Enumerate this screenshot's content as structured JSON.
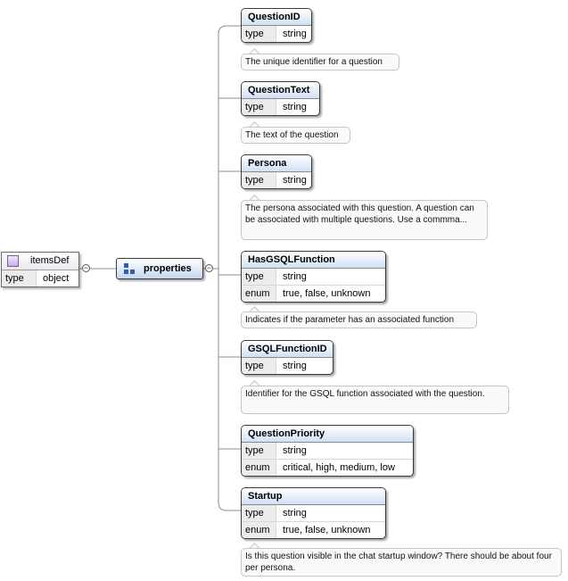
{
  "root": {
    "name": "itemsDef",
    "type_key": "type",
    "type_value": "object",
    "icon": "complex-type-icon"
  },
  "properties": {
    "label": "properties",
    "icon": "sequence-grid-icon"
  },
  "elements": [
    {
      "name": "QuestionID",
      "rows": [
        {
          "key": "type",
          "value": "string"
        }
      ],
      "doc": "The unique identifier for a question"
    },
    {
      "name": "QuestionText",
      "rows": [
        {
          "key": "type",
          "value": "string"
        }
      ],
      "doc": "The text of the question"
    },
    {
      "name": "Persona",
      "rows": [
        {
          "key": "type",
          "value": "string"
        }
      ],
      "doc": "The persona associated with this question.  A question can be associated with multiple questions.  Use a commma..."
    },
    {
      "name": "HasGSQLFunction",
      "rows": [
        {
          "key": "type",
          "value": "string"
        },
        {
          "key": "enum",
          "value": "true, false, unknown"
        }
      ],
      "doc": "Indicates if the parameter has an associated function"
    },
    {
      "name": "GSQLFunctionID",
      "rows": [
        {
          "key": "type",
          "value": "string"
        }
      ],
      "doc": "Identifier for the GSQL function associated with the question."
    },
    {
      "name": "QuestionPriority",
      "rows": [
        {
          "key": "type",
          "value": "string"
        },
        {
          "key": "enum",
          "value": "critical, high, medium, low"
        }
      ],
      "doc": ""
    },
    {
      "name": "Startup",
      "rows": [
        {
          "key": "type",
          "value": "string"
        },
        {
          "key": "enum",
          "value": "true, false, unknown"
        }
      ],
      "doc": "Is this question visible in the chat startup window?  There should be about four per persona."
    }
  ]
}
